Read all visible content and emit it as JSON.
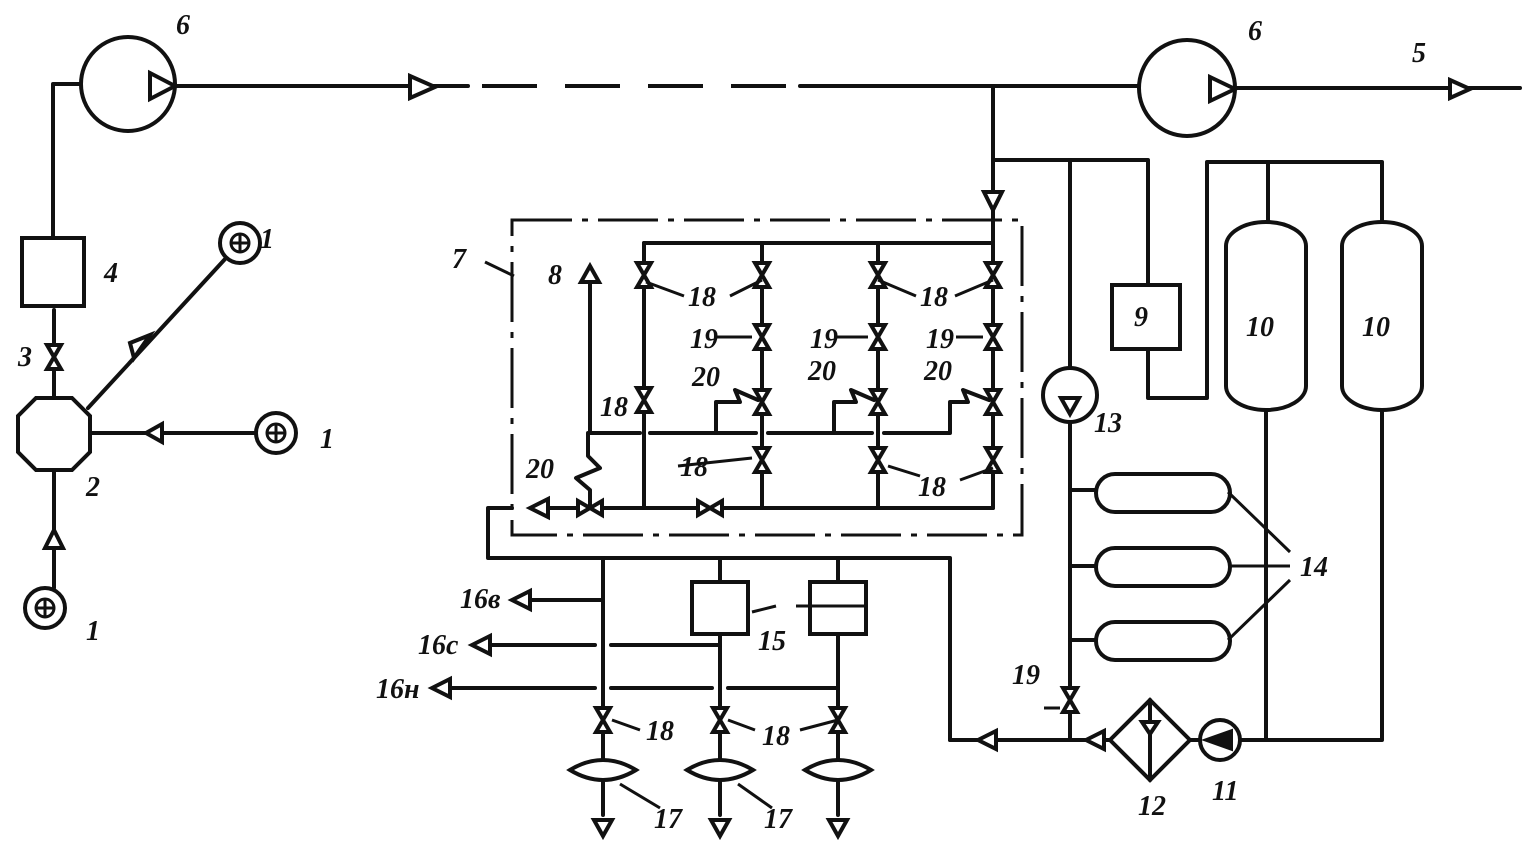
{
  "labels": {
    "l1": "1",
    "l2": "2",
    "l3": "3",
    "l4": "4",
    "l5": "5",
    "l6": "6",
    "l7": "7",
    "l8": "8",
    "l9": "9",
    "l10": "10",
    "l11": "11",
    "l12": "12",
    "l13": "13",
    "l14": "14",
    "l15": "15",
    "l16v": "16в",
    "l16s": "16с",
    "l16n": "16н",
    "l17": "17",
    "l18": "18",
    "l19": "19",
    "l20": "20"
  },
  "colors": {
    "line": "#111111",
    "background": "#ffffff"
  }
}
